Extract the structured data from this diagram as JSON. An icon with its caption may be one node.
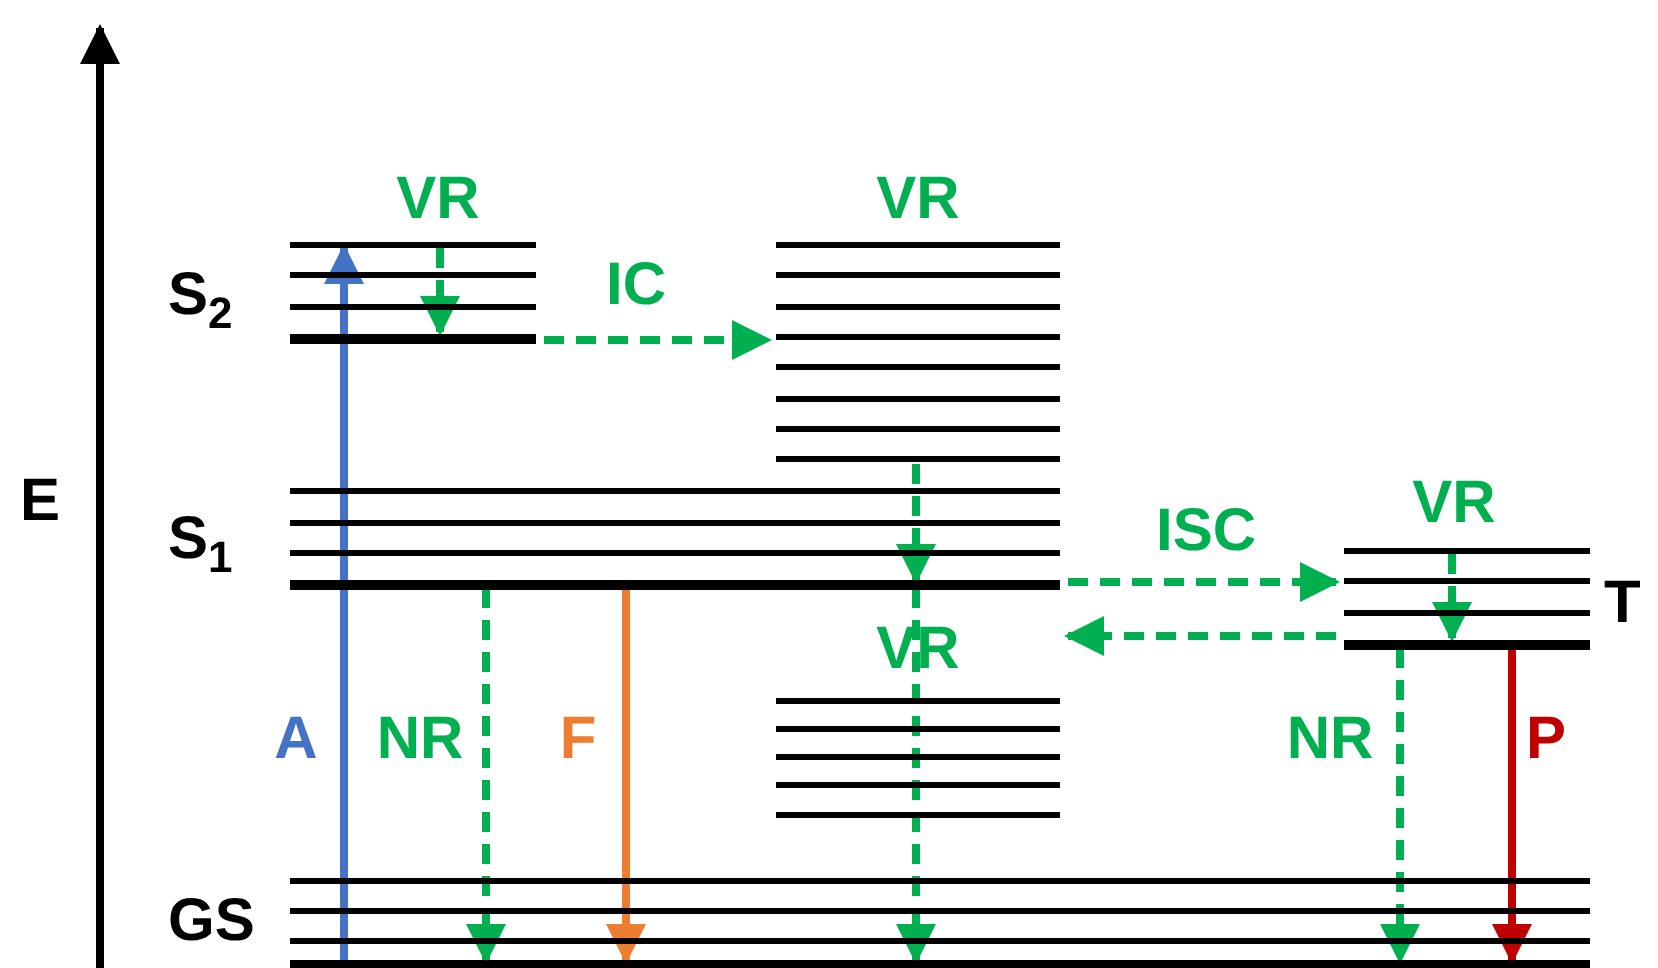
{
  "diagram": {
    "nodes": [
      {
        "text": [
          "S$_{2}$"
        ]
      },
      {
        "text": [],
        "shape": "bar"
      },
      {
        "text": [
          "S$_{1}$"
        ]
      },
      {
        "text": [],
        "shape": "bar"
      },
      {
        "text": [
          "T"
        ]
      },
      {
        "text": [
          "GS"
        ]
      }
    ],
    "edges": [
      {
        "from": 5,
        "to": 0,
        "arrow": "to",
        "label": "A",
        "color": "#4472c4"
      },
      {
        "from": null,
        "to": 0,
        "arrow": "to",
        "label": "VR",
        "style": "dashed"
      },
      {
        "from": 0,
        "to": 1,
        "arrow": "to",
        "label": "IC",
        "style": "dashed"
      },
      {
        "from": 1,
        "to": 2,
        "arrow": "to",
        "label": "VR",
        "style": "dashed"
      },
      {
        "from": 2,
        "to": 5,
        "arrow": "to",
        "label": "NR",
        "style": "dashed"
      },
      {
        "from": 2,
        "to": 5,
        "arrow": "to",
        "label": "F",
        "color": "#ed7d31"
      },
      {
        "from": 2,
        "to": 5,
        "arrow": "to",
        "label": "VR",
        "style": "dashed"
      },
      {
        "from": 2,
        "to": 4,
        "arrow": "to",
        "label": "ISC",
        "style": "dashed"
      },
      {
        "from": 4,
        "to": 2,
        "arrow": "to",
        "style": "dashed"
      },
      {
        "from": null,
        "to": 4,
        "arrow": "to",
        "label": "VR",
        "style": "dashed"
      },
      {
        "from": 4,
        "to": 5,
        "arrow": "to",
        "label": "NR",
        "style": "dashed"
      },
      {
        "from": 4,
        "to": 5,
        "arrow": "to",
        "label": "P",
        "color": "#c00000"
      }
    ],
    "labels": [
      "E"
    ]
  }
}
